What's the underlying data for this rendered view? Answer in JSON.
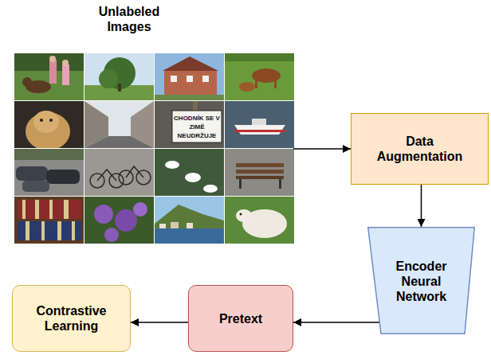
{
  "diagram": {
    "nodes": [
      {
        "text": [
          "Unlabeled Images"
        ]
      },
      {
        "text": [
          "Data Augmentation"
        ]
      },
      {
        "text": [
          "Encoder Neural Network"
        ]
      },
      {
        "text": [
          "Pretext"
        ]
      },
      {
        "text": [
          "Contrastive Learning"
        ]
      }
    ],
    "edges": [
      {
        "from": 0,
        "to": 1,
        "arrow": "to"
      },
      {
        "from": 1,
        "to": 2,
        "arrow": "to"
      },
      {
        "from": 2,
        "to": 3,
        "arrow": "to"
      },
      {
        "from": 3,
        "to": 4,
        "arrow": "to"
      }
    ],
    "labels": [
      "CHODNÍK SE V ZIMĚ NEUDRŽUJE"
    ]
  }
}
